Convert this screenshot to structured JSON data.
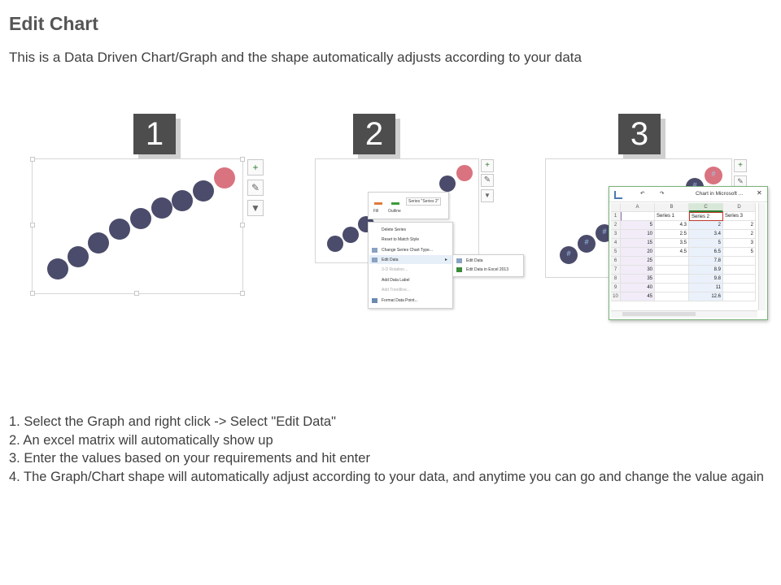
{
  "header": {
    "title": "Edit Chart",
    "subtitle": "This is a Data Driven Chart/Graph and the shape automatically adjusts according to your data"
  },
  "steps": [
    {
      "number": "1"
    },
    {
      "number": "2"
    },
    {
      "number": "3"
    }
  ],
  "chart_buttons": {
    "add_icon": "+",
    "brush_icon": "✎",
    "filter_icon": "▼"
  },
  "context_menu": {
    "mini_toolbar": {
      "fill_label": "Fill",
      "outline_label": "Outline",
      "series_selector": "Series \"Series 2\""
    },
    "items": [
      "Delete Series",
      "Reset to Match Style",
      "Change Series Chart Type...",
      "Edit Data",
      "3-D Rotation...",
      "Add Data Label",
      "Add Trendline...",
      "Format Data Point..."
    ],
    "submenu": [
      "Edit Data",
      "Edit Data in Excel 2013"
    ]
  },
  "spreadsheet": {
    "title": "Chart in Microsoft ...",
    "columns": [
      "A",
      "B",
      "C",
      "D"
    ],
    "header_row": [
      "",
      "Series 1",
      "Series 2",
      "Series 3"
    ],
    "rows": [
      [
        "5",
        "4.3",
        "2",
        "2"
      ],
      [
        "10",
        "2.5",
        "3.4",
        "2"
      ],
      [
        "15",
        "3.5",
        "5",
        "3"
      ],
      [
        "20",
        "4.5",
        "6.5",
        "5"
      ],
      [
        "25",
        "",
        "7.8",
        ""
      ],
      [
        "30",
        "",
        "8.9",
        ""
      ],
      [
        "35",
        "",
        "9.8",
        ""
      ],
      [
        "40",
        "",
        "11",
        ""
      ],
      [
        "45",
        "",
        "12.6",
        ""
      ]
    ],
    "row_numbers": [
      "1",
      "2",
      "3",
      "4",
      "5",
      "6",
      "7",
      "8",
      "9",
      "10"
    ],
    "point_label": "#"
  },
  "instructions": [
    "1. Select the Graph and right click -> Select \"Edit Data\"",
    "2. An excel matrix will automatically show up",
    "3. Enter the values based on your requirements and hit enter",
    "4. The Graph/Chart shape will automatically adjust according to your data, and anytime you can go and change the value again"
  ],
  "colors": {
    "dot": "#4b4b6b",
    "highlight_dot": "#d9737f",
    "badge": "#4d4d4d"
  }
}
